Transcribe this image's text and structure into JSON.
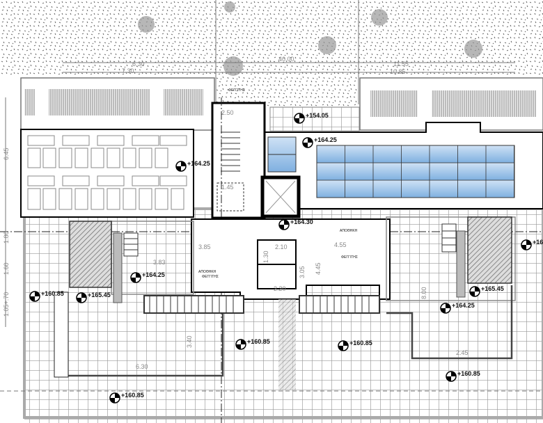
{
  "title": "Floor plan",
  "levels": {
    "l154_05": "+154.05",
    "l164_25": "+164.25",
    "l164_30": "+164.30",
    "l165_45": "+165.45",
    "l160_85": "+160.85",
    "edge_partial": "+16"
  },
  "dimensions": {
    "d3_85": "3.85",
    "d4_55": "4.55",
    "d4_45": "4.45",
    "d3_05": "3.05",
    "d2_10": "2.10",
    "d1_30": "1.30",
    "d2_20": "2.20",
    "d2_50": "2.50",
    "d1_45": "1.45",
    "d3_83": "3.83",
    "d3_40": "3.40",
    "d6_30": "6.30",
    "d8_00": "8.00",
    "d6_45": "6.45",
    "d1_80": "1.80",
    "d1_60": "1.60",
    "d1_05_70": "1.05+.70",
    "d7_30": "7.30",
    "d40_00": "40.00",
    "d11_55": "11.55",
    "d10_85": "10.85",
    "d2_45": "2.45"
  },
  "rooms": {
    "storage": "ΑΠΟΘΗΚΗ",
    "skylight": "ΦΕΓΓΙΤΗΣ"
  },
  "colors": {
    "line": "#111111",
    "grid": "#9a9a9a",
    "solar": "#9cc3ea",
    "hatch": "#777777"
  }
}
